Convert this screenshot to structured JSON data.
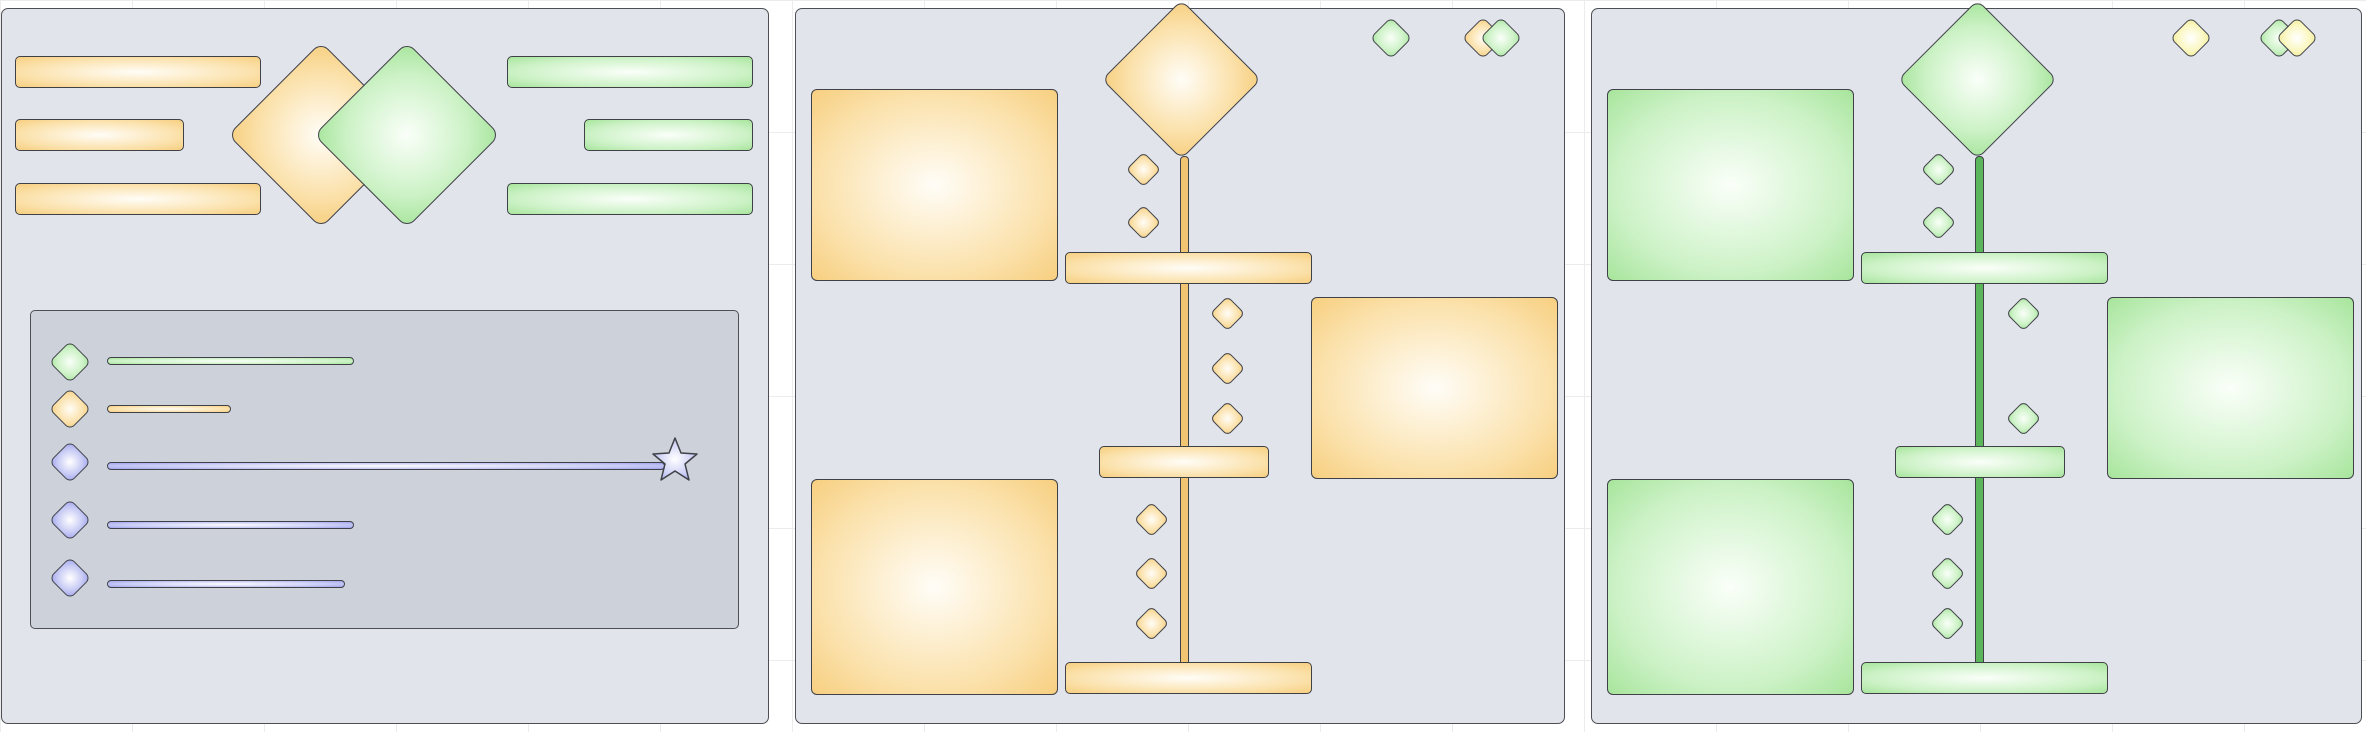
{
  "diagram": {
    "panels": [
      "overview",
      "timeline-orange",
      "timeline-green"
    ],
    "overview": {
      "left_bars": [
        "orange",
        "orange",
        "orange"
      ],
      "right_bars": [
        "green",
        "green",
        "green"
      ],
      "diamonds": [
        "orange",
        "green"
      ],
      "legend_rows": [
        {
          "icon": "diamond-icon",
          "color": "green",
          "level": 0.46
        },
        {
          "icon": "diamond-icon",
          "color": "orange",
          "level": 0.23
        },
        {
          "icon": "diamond-icon",
          "color": "blue",
          "level": 1.0
        },
        {
          "icon": "diamond-icon",
          "color": "blue",
          "level": 0.46
        },
        {
          "icon": "diamond-icon",
          "color": "blue",
          "level": 0.44
        }
      ],
      "legend_marker": "star-icon"
    },
    "timeline_orange": {
      "theme": "orange",
      "header_icons": [
        "diamond-icon",
        "diamond-icon",
        "diamond-icon"
      ],
      "blocks": 3,
      "stages": 3,
      "milestones": 8
    },
    "timeline_green": {
      "theme": "green",
      "header_icons": [
        "diamond-icon",
        "diamond-icon",
        "diamond-icon"
      ],
      "blocks": 3,
      "stages": 3,
      "milestones": 7
    }
  },
  "colors": {
    "panel": "#e1e4ea",
    "legend": "#ccd1da",
    "orange": "#f7cf80",
    "green": "#a7e59c",
    "blue": "#9fa2ec",
    "yellow": "#f3ec98",
    "track_orange": "#f2c572",
    "track_green": "#5bb55a"
  }
}
